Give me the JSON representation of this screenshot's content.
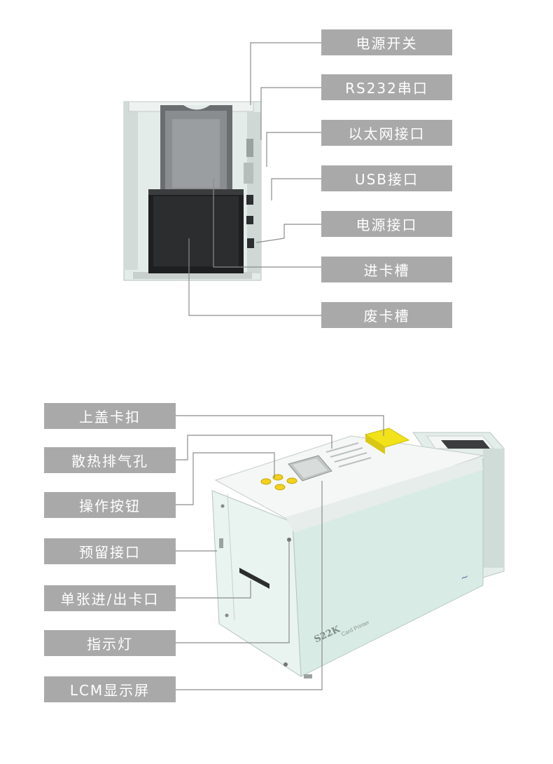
{
  "rear_view": {
    "labels": [
      "电源开关",
      "RS232串口",
      "以太网接口",
      "USB接口",
      "电源接口",
      "进卡槽",
      "废卡槽"
    ]
  },
  "front_view": {
    "labels": [
      "上盖卡扣",
      "散热排气孔",
      "操作按钮",
      "预留接口",
      "单张进/出卡口",
      "指示灯",
      "LCM显示屏"
    ],
    "logo_text": "S22K",
    "model_caption": "Card Printer"
  },
  "colors": {
    "label_bg": "#a9a9a9",
    "label_text": "#ffffff",
    "callout_line": "#8c8c8c",
    "body_mint": "#dfeee9",
    "accent_yellow": "#f2e21a"
  }
}
